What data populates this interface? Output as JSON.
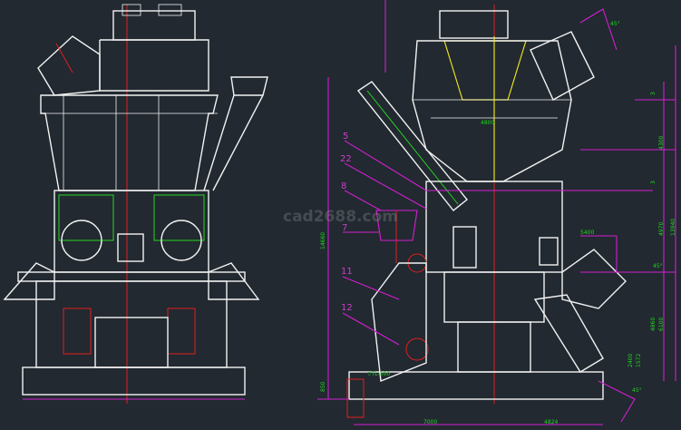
{
  "drawing": {
    "watermark": "cad2688.com",
    "part_labels": [
      "5",
      "22",
      "8",
      "7",
      "11",
      "12"
    ],
    "dimensions": {
      "total_height": "14660",
      "overall_height_right": "13940",
      "upper_section": "4300",
      "mid_section": "4970",
      "lower_section": "6100",
      "outlet_height": "4860",
      "dim_small_a": "3",
      "dim_small_b": "3",
      "dim_bottom_a": "2400",
      "dim_bottom_b": "1572",
      "angle_top": "45°",
      "angle_right": "45°",
      "angle_bottom": "45°",
      "base_left": "7000",
      "base_right": "4824",
      "foundation_height": "850",
      "width_top": "4800",
      "width_mid": "5400",
      "elevation": "▽TL-300"
    },
    "colors": {
      "background": "#222930",
      "outline": "#f2f2f2",
      "dimension": "#d21fd2",
      "centerline": "#e02020",
      "text": "#22d622"
    }
  }
}
